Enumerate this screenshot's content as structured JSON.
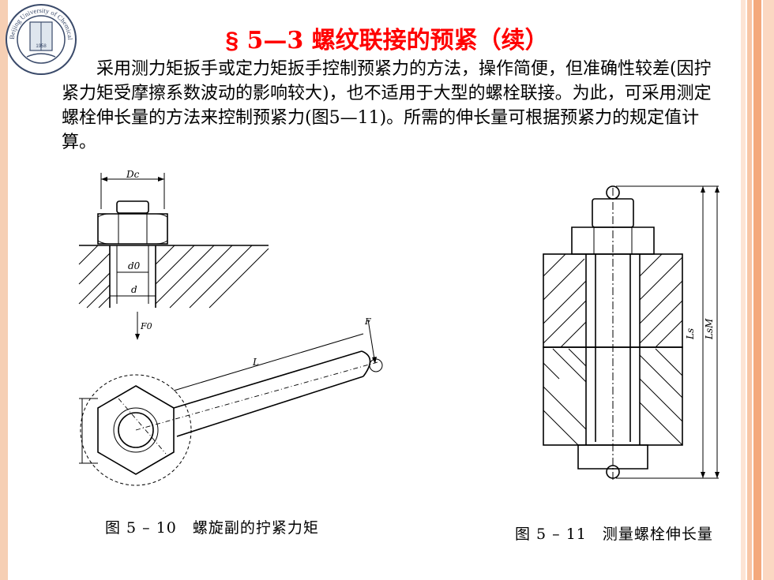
{
  "slide": {
    "title_section_mark": "§",
    "title": "5—3  螺纹联接的预紧（续）",
    "paragraph": "采用测力矩扳手或定力矩扳手控制预紧力的方法，操作简便，但准确性较差(因拧紧力矩受摩擦系数波动的影响较大)，也不适用于大型的螺栓联接。为此，可采用测定螺栓伸长量的方法来控制预紧力(图5—11)。所需的伸长量可根据预紧力的规定值计算。",
    "logo_text": "Beijing University of Chemical Technology",
    "logo_year": "1958"
  },
  "figure_left": {
    "label_Dc": "Dc",
    "label_d0": "d0",
    "label_d": "d",
    "label_F0": "F0",
    "label_F": "F",
    "label_L": "L",
    "caption": "图 5 – 10　螺旋副的拧紧力矩"
  },
  "figure_right": {
    "label_Ls": "Ls",
    "label_LsM": "LsM",
    "caption": "图 5 – 11　测量螺栓伸长量"
  },
  "colors": {
    "title": "#ff0000",
    "border": "#f6cfb4",
    "deco_dark": "#f4a97c"
  }
}
